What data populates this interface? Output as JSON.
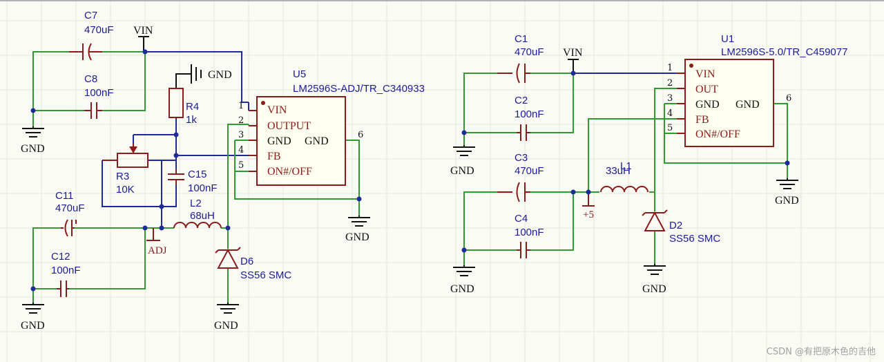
{
  "left_circuit": {
    "ic": {
      "designator": "U5",
      "part": "LM2596S-ADJ/TR_C340933",
      "pins": [
        {
          "num": "1",
          "name": "VIN"
        },
        {
          "num": "2",
          "name": "OUTPUT"
        },
        {
          "num": "3",
          "name": "GND"
        },
        {
          "num": "4",
          "name": "FB"
        },
        {
          "num": "5",
          "name": "ON#/OFF"
        },
        {
          "num": "6",
          "name": "GND"
        }
      ]
    },
    "components": {
      "c7": {
        "ref": "C7",
        "value": "470uF"
      },
      "c8": {
        "ref": "C8",
        "value": "100nF"
      },
      "r4": {
        "ref": "R4",
        "value": "1k"
      },
      "r3": {
        "ref": "R3",
        "value": "10K"
      },
      "c15": {
        "ref": "C15",
        "value": "100nF"
      },
      "c11": {
        "ref": "C11",
        "value": "470uF"
      },
      "c12": {
        "ref": "C12",
        "value": "100nF"
      },
      "l2": {
        "ref": "L2",
        "value": "68uH"
      },
      "d6": {
        "ref": "D6",
        "value": "SS56 SMC"
      }
    },
    "nets": {
      "vin": "VIN",
      "gnd": "GND",
      "adj": "ADJ"
    }
  },
  "right_circuit": {
    "ic": {
      "designator": "U1",
      "part": "LM2596S-5.0/TR_C459077",
      "pins": [
        {
          "num": "1",
          "name": "VIN"
        },
        {
          "num": "2",
          "name": "OUT"
        },
        {
          "num": "3",
          "name": "GND"
        },
        {
          "num": "4",
          "name": "FB"
        },
        {
          "num": "5",
          "name": "ON#/OFF"
        },
        {
          "num": "6",
          "name": "GND"
        }
      ]
    },
    "components": {
      "c1": {
        "ref": "C1",
        "value": "470uF"
      },
      "c2": {
        "ref": "C2",
        "value": "100nF"
      },
      "c3": {
        "ref": "C3",
        "value": "470uF"
      },
      "c4": {
        "ref": "C4",
        "value": "100nF"
      },
      "l1": {
        "ref": "L1",
        "value": "33uH"
      },
      "d2": {
        "ref": "D2",
        "value": "SS56 SMC"
      }
    },
    "nets": {
      "vin": "VIN",
      "gnd": "GND",
      "plus5": "+5"
    }
  },
  "watermark": "CSDN @有把原木色的吉他"
}
